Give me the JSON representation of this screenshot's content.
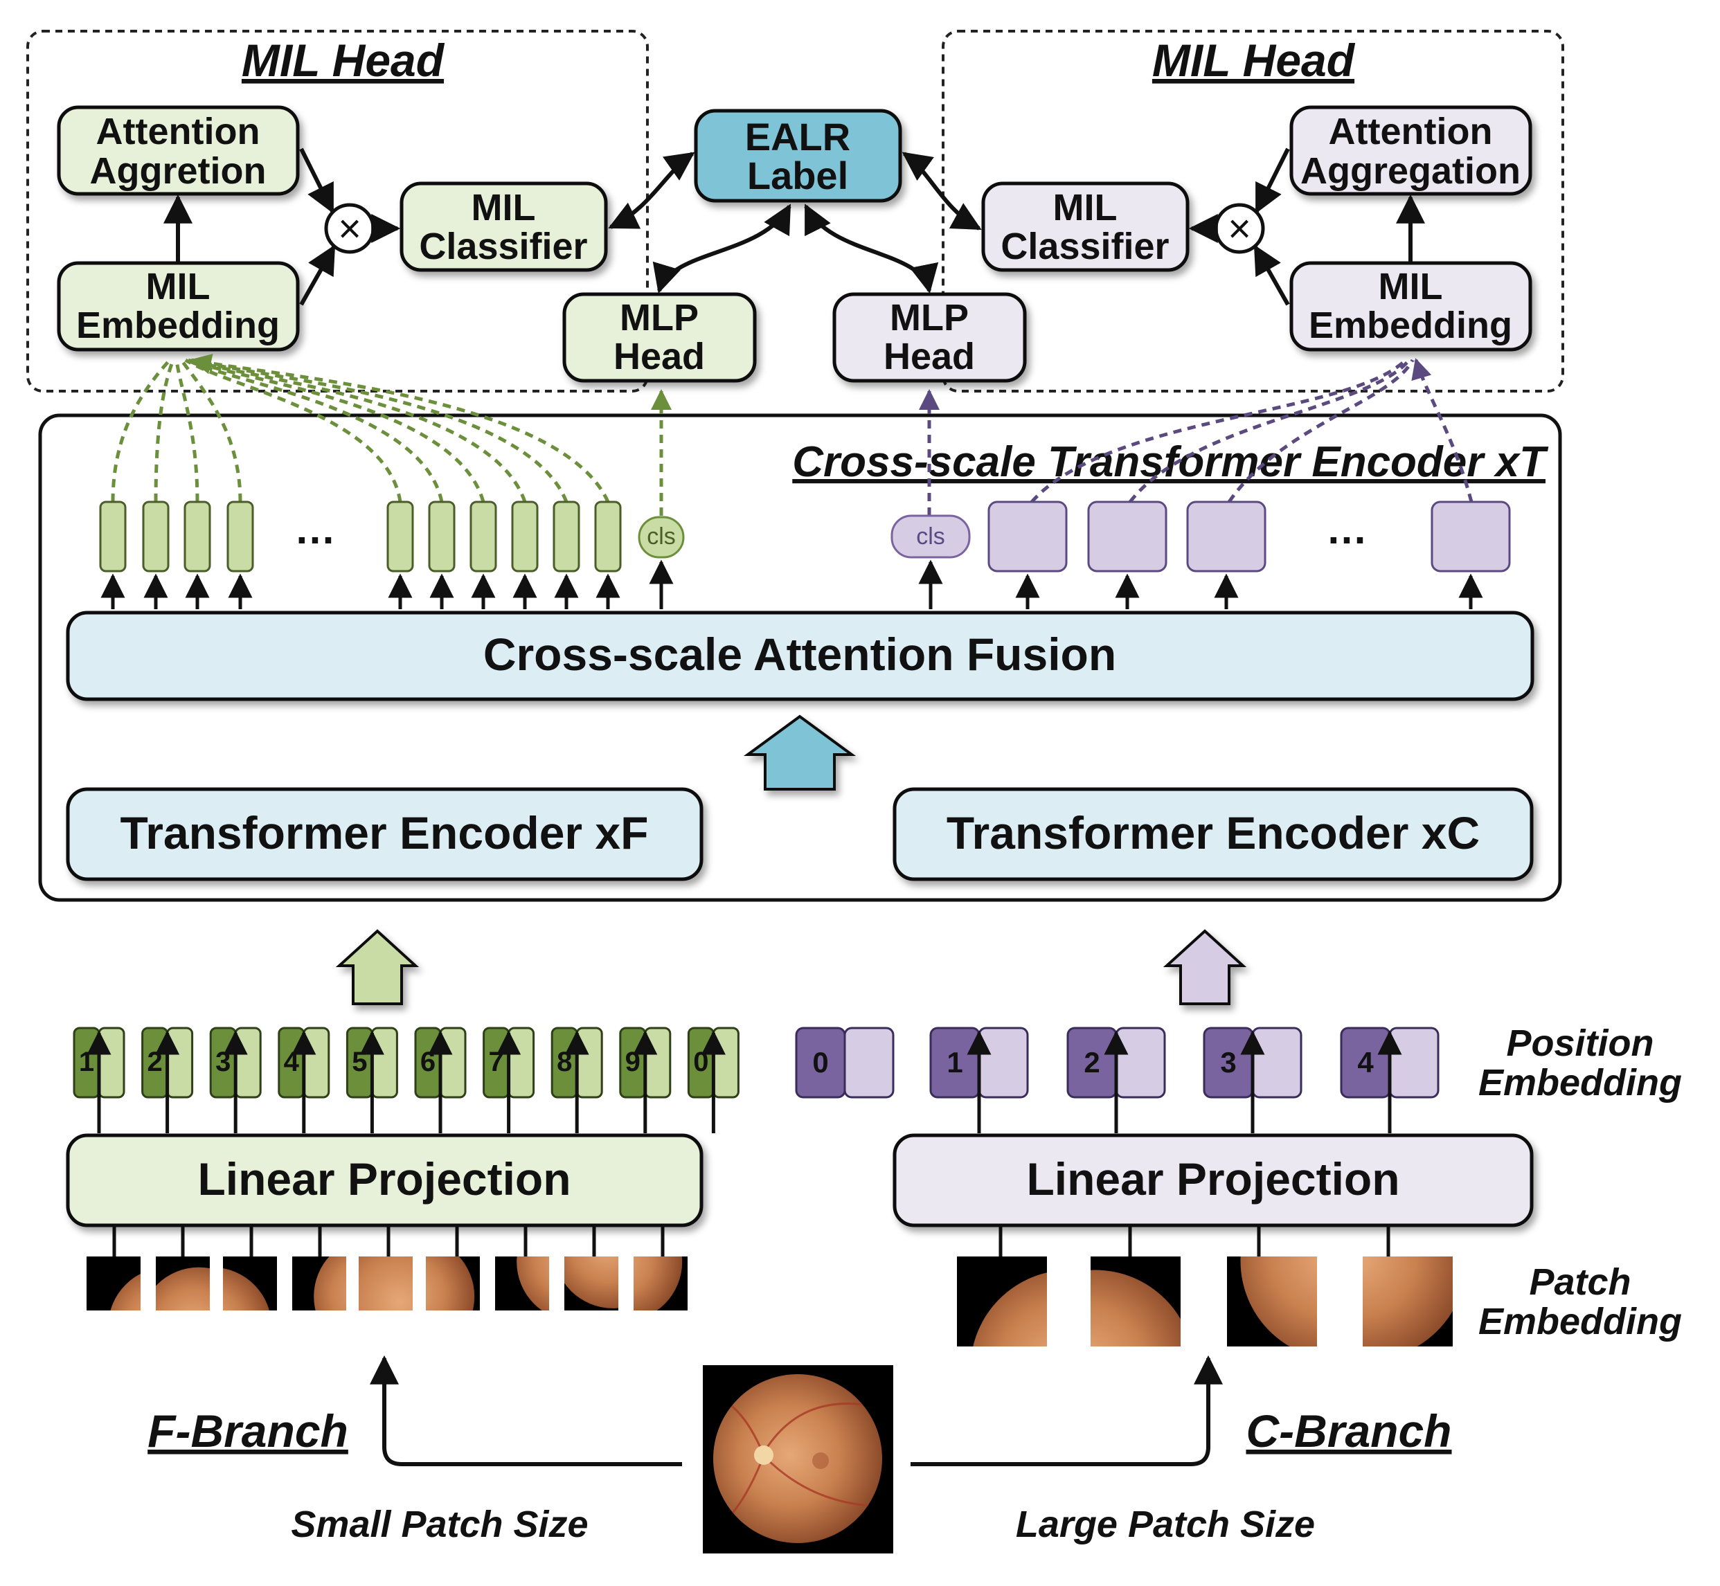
{
  "colors": {
    "green_fill": "#e7f0d8",
    "green_dark": "#6b8f3a",
    "green_token": "#c9dca6",
    "purple_fill": "#ece8f2",
    "purple_dark": "#7a64a0",
    "purple_token": "#d6cde4",
    "blue_fill": "#dcedf4",
    "blue_label": "#7fc3d6",
    "outline": "#1a1a1a"
  },
  "left_head": {
    "title": "MIL Head",
    "attention": [
      "Attention",
      "Aggretion"
    ],
    "embedding": [
      "MIL",
      "Embedding"
    ],
    "classifier": [
      "MIL",
      "Classifier"
    ]
  },
  "right_head": {
    "title": "MIL Head",
    "attention": [
      "Attention",
      "Aggregation"
    ],
    "embedding": [
      "MIL",
      "Embedding"
    ],
    "classifier": [
      "MIL",
      "Classifier"
    ]
  },
  "multiply_symbol": "×",
  "ealr": [
    "EALR",
    "Label"
  ],
  "mlp_left": [
    "MLP",
    "Head"
  ],
  "mlp_right": [
    "MLP",
    "Head"
  ],
  "encoder": {
    "title": "Cross-scale Transformer Encoder xT",
    "fusion": "Cross-scale Attention Fusion",
    "enc_f": "Transformer Encoder xF",
    "enc_c": "Transformer Encoder xC",
    "cls_left": "cls",
    "cls_right": "cls",
    "ellipsis": "…"
  },
  "f_branch": {
    "projection": "Linear Projection",
    "positions": [
      "1",
      "2",
      "3",
      "4",
      "5",
      "6",
      "7",
      "8",
      "9",
      "0"
    ],
    "label": "F-Branch",
    "size_label": "Small Patch Size"
  },
  "c_branch": {
    "projection": "Linear Projection",
    "positions": [
      "0",
      "1",
      "2",
      "3",
      "4"
    ],
    "label": "C-Branch",
    "size_label": "Large Patch Size"
  },
  "side_labels": {
    "position": [
      "Position",
      "Embedding"
    ],
    "patch": [
      "Patch",
      "Embedding"
    ]
  }
}
